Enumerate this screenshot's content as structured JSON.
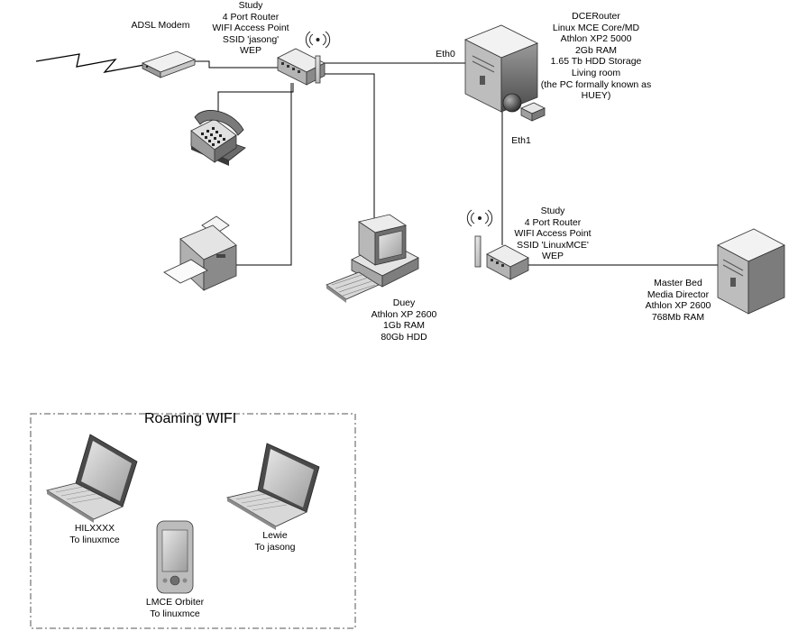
{
  "labels": {
    "adsl_modem": [
      "ADSL Modem"
    ],
    "study_router": [
      "Study",
      "4 Port Router",
      "WIFI Access Point",
      "SSID 'jasong'",
      "WEP"
    ],
    "dcerouter": [
      "DCERouter",
      "Linux MCE Core/MD",
      "Athlon XP2 5000",
      "2Gb RAM",
      "1.65 Tb HDD Storage",
      "Living room",
      "(the PC formally known as",
      "HUEY)"
    ],
    "eth0": [
      "Eth0"
    ],
    "eth1": [
      "Eth1"
    ],
    "study_router_2": [
      "Study",
      "4 Port Router",
      "WIFI Access Point",
      "SSID 'LinuxMCE'",
      "WEP"
    ],
    "master_bed": [
      "Master Bed",
      "Media Director",
      "Athlon XP 2600",
      "768Mb RAM"
    ],
    "duey": [
      "Duey",
      "Athlon XP 2600",
      "1Gb RAM",
      "80Gb HDD"
    ],
    "hilxxxx": [
      "HILXXXX",
      "To linuxmce"
    ],
    "lewie": [
      "Lewie",
      "To jasong"
    ],
    "lmce_orbiter": [
      "LMCE Orbiter",
      "To linuxmce"
    ]
  },
  "roaming": {
    "title": "Roaming WIFI"
  },
  "devices": {
    "modem": "adsl-modem-icon",
    "router1": "router-icon",
    "router2": "router-icon",
    "phone": "telephone-icon",
    "printer": "printer-icon",
    "duey": "desktop-pc-icon",
    "dcerouter": "server-tower-icon",
    "master_bed": "server-tower-icon",
    "laptop1": "laptop-icon",
    "laptop2": "laptop-icon",
    "pda": "pda-icon"
  }
}
